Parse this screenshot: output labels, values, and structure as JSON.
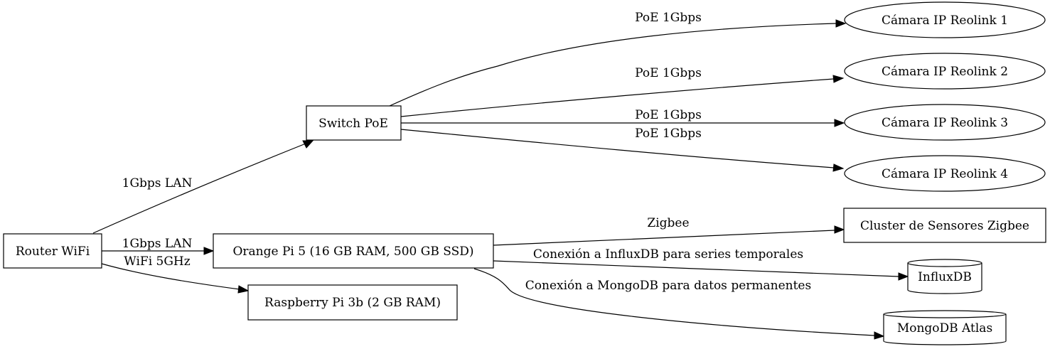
{
  "nodes": {
    "router": "Router WiFi",
    "switch": "Switch PoE",
    "orangepi": "Orange Pi 5 (16 GB RAM, 500 GB SSD)",
    "raspberry": "Raspberry Pi 3b (2 GB RAM)",
    "cam1": "Cámara IP Reolink 1",
    "cam2": "Cámara IP Reolink 2",
    "cam3": "Cámara IP Reolink 3",
    "cam4": "Cámara IP Reolink 4",
    "zigbee": "Cluster de Sensores Zigbee",
    "influx": "InfluxDB",
    "mongo": "MongoDB Atlas"
  },
  "edges": {
    "router_switch": "1Gbps LAN",
    "router_orangepi": "1Gbps LAN",
    "router_raspberry": "WiFi 5GHz",
    "switch_cam1": "PoE 1Gbps",
    "switch_cam2": "PoE 1Gbps",
    "switch_cam3": "PoE 1Gbps",
    "switch_cam4": "PoE 1Gbps",
    "orangepi_zigbee": "Zigbee",
    "orangepi_influx": "Conexión a InfluxDB para series temporales",
    "orangepi_mongo": "Conexión a MongoDB para datos permanentes"
  }
}
